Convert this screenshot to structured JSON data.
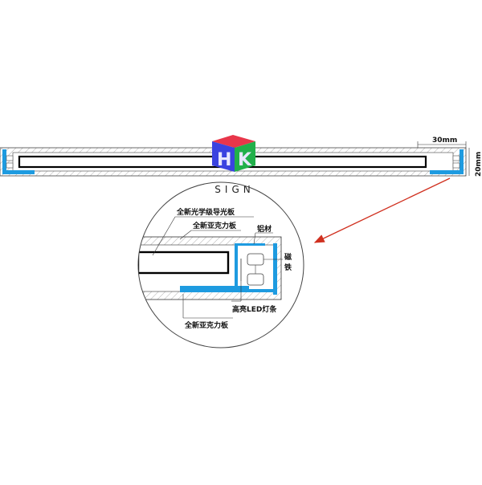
{
  "logo": {
    "letters": "HK",
    "colors": {
      "left": "#3a43e0",
      "right": "#21b04a",
      "top": "#e8364a",
      "accent": "#e8e8ff"
    }
  },
  "sign_text": "SIGN",
  "dimensions": {
    "width": "30mm",
    "height": "20mm"
  },
  "labels": {
    "light_guide": "全新光学级导光板",
    "acrylic_top": "全新亚克力板",
    "aluminum": "铝材",
    "magnet_1": "磁",
    "magnet_2": "铁",
    "led_strip": "高亮LED灯条",
    "acrylic_bottom": "全新亚克力板"
  },
  "colors": {
    "profile": "#1e9be0",
    "arrow": "#d0301f",
    "line": "#222222",
    "hatch": "#888888"
  }
}
